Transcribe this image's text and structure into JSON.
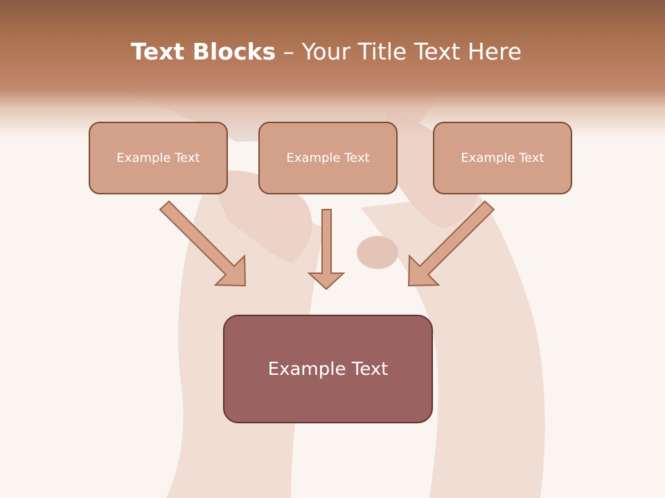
{
  "title": {
    "bold": "Text Blocks",
    "separator": " – ",
    "rest": "Your Title Text Here"
  },
  "boxes": [
    {
      "label": "Example Text"
    },
    {
      "label": "Example Text"
    },
    {
      "label": "Example Text"
    }
  ],
  "main_box": {
    "label": "Example Text"
  },
  "colors": {
    "header": "#be8163",
    "box_fill": "#d3a089",
    "box_border": "#7a4a33",
    "main_fill": "#9b6262",
    "arrow_fill": "#d9a58c",
    "arrow_stroke": "#9a6249"
  }
}
